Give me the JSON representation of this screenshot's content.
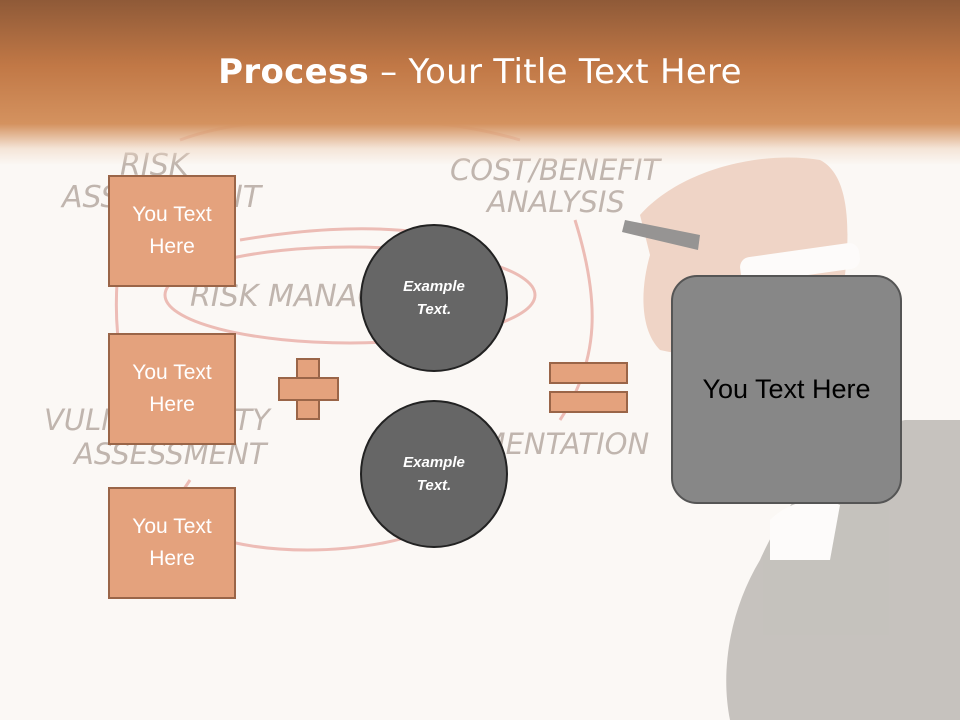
{
  "slide": {
    "title_bold": "Process",
    "title_rest": " – Your Title Text Here"
  },
  "background_words": {
    "risk_assessment_1": "RISK",
    "risk_assessment_2": "ASSESSMENT",
    "cost_benefit_1": "COST/BENEFIT",
    "cost_benefit_2": "ANALYSIS",
    "risk_management": "RISK MANAGEMENT",
    "vulnerability_1": "VULNERABILITY",
    "vulnerability_2": "ASSESSMENT",
    "implementation": "IMPLEMENTATION"
  },
  "boxes": [
    "You Text Here",
    "You Text Here",
    "You Text Here"
  ],
  "circles": [
    "Example Text.",
    "Example Text."
  ],
  "result": "You Text Here",
  "colors": {
    "title_band": "#c17846",
    "box_fill": "#e4a27d",
    "circle_fill": "#666666",
    "result_fill": "#878787"
  }
}
